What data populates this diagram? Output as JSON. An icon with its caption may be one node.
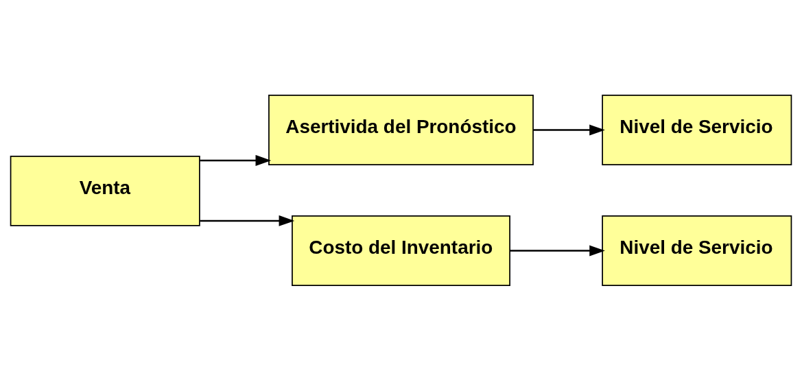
{
  "diagram": {
    "nodes": [
      {
        "text": [
          "Venta"
        ]
      },
      {
        "text": [
          "Asertivida del Pronóstico"
        ]
      },
      {
        "text": [
          "Nivel de Servicio"
        ]
      },
      {
        "text": [
          "Costo del Inventario"
        ]
      },
      {
        "text": [
          "Nivel de Servicio"
        ]
      }
    ],
    "edges": [
      {
        "from": 0,
        "to": 1,
        "arrow": "to"
      },
      {
        "from": 1,
        "to": 2,
        "arrow": "to"
      },
      {
        "from": 0,
        "to": 3,
        "arrow": "to"
      },
      {
        "from": 3,
        "to": 4,
        "arrow": "to"
      }
    ]
  }
}
